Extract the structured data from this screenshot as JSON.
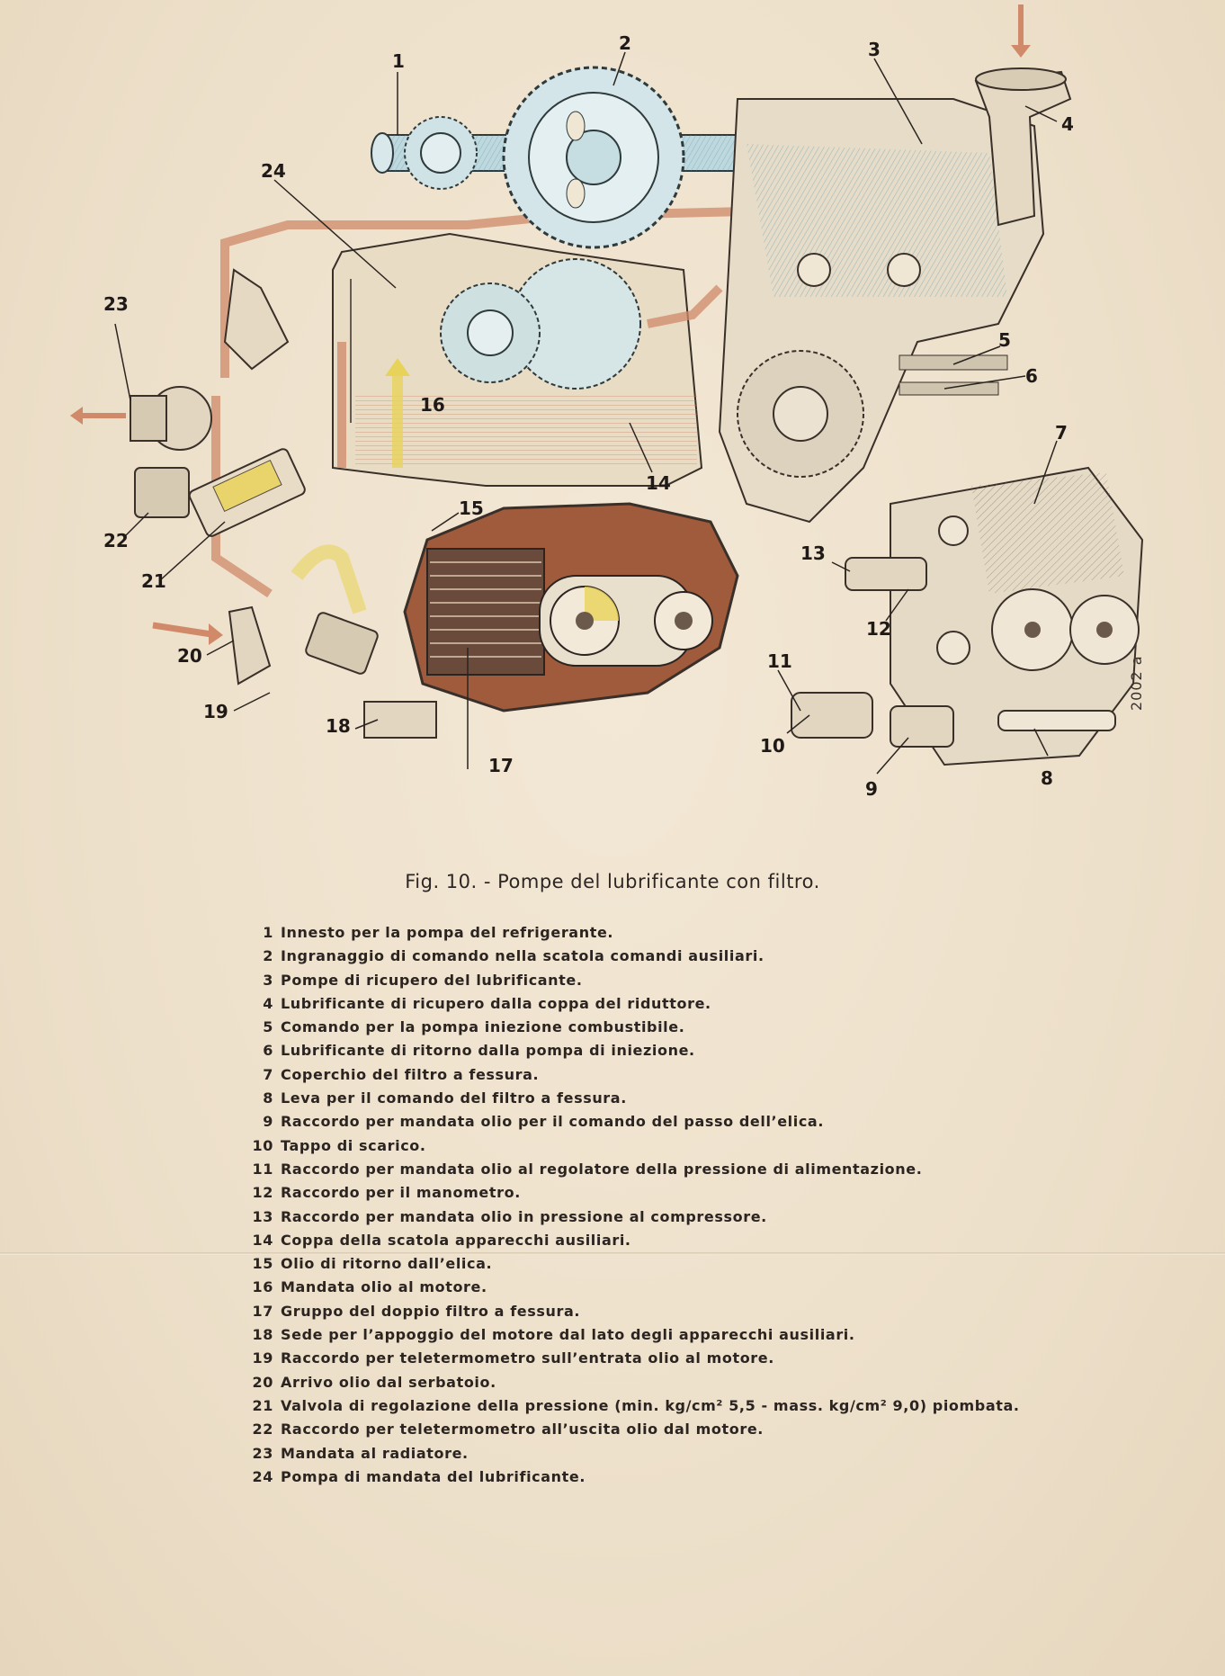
{
  "figure": {
    "caption": "Fig. 10. - Pompe del lubrificante con filtro.",
    "drawing_code": "2002 a",
    "callout_numbers": [
      "1",
      "2",
      "3",
      "4",
      "5",
      "6",
      "7",
      "8",
      "9",
      "10",
      "11",
      "12",
      "13",
      "14",
      "15",
      "16",
      "17",
      "18",
      "19",
      "20",
      "21",
      "22",
      "23",
      "24"
    ]
  },
  "legend": [
    {
      "num": "1",
      "text": "Innesto per la pompa del refrigerante."
    },
    {
      "num": "2",
      "text": "Ingranaggio di comando nella scatola comandi ausiliari."
    },
    {
      "num": "3",
      "text": "Pompe di ricupero del lubrificante."
    },
    {
      "num": "4",
      "text": "Lubrificante di ricupero dalla coppa del riduttore."
    },
    {
      "num": "5",
      "text": "Comando per la pompa iniezione combustibile."
    },
    {
      "num": "6",
      "text": "Lubrificante di ritorno dalla pompa di iniezione."
    },
    {
      "num": "7",
      "text": "Coperchio del filtro a fessura."
    },
    {
      "num": "8",
      "text": "Leva per il comando del filtro a fessura."
    },
    {
      "num": "9",
      "text": "Raccordo per mandata olio per il comando del passo dell’elica."
    },
    {
      "num": "10",
      "text": "Tappo di scarico."
    },
    {
      "num": "11",
      "text": "Raccordo per mandata olio al regolatore della pressione di alimentazione."
    },
    {
      "num": "12",
      "text": "Raccordo per il manometro."
    },
    {
      "num": "13",
      "text": "Raccordo per mandata olio in pressione al compressore."
    },
    {
      "num": "14",
      "text": "Coppa della scatola apparecchi ausiliari."
    },
    {
      "num": "15",
      "text": "Olio di ritorno dall’elica."
    },
    {
      "num": "16",
      "text": "Mandata olio al motore."
    },
    {
      "num": "17",
      "text": "Gruppo del doppio filtro a fessura."
    },
    {
      "num": "18",
      "text": "Sede per l’appoggio del motore dal lato degli apparecchi ausiliari."
    },
    {
      "num": "19",
      "text": "Raccordo per teletermometro sull’entrata olio al motore."
    },
    {
      "num": "20",
      "text": "Arrivo olio dal serbatoio."
    },
    {
      "num": "21",
      "text": "Valvola di regolazione della pressione (min. kg/cm² 5,5 - mass. kg/cm² 9,0) piombata."
    },
    {
      "num": "22",
      "text": "Raccordo per teletermometro all’uscita olio dal motore."
    },
    {
      "num": "23",
      "text": "Mandata al radiatore."
    },
    {
      "num": "24",
      "text": "Pompa di mandata del lubrificante."
    }
  ],
  "colors": {
    "paper": "#efe3cf",
    "ink": "#2a2420",
    "oil_feed_blue": "#6fb3c9",
    "oil_return_red": "#c97a5a",
    "pressure_yellow": "#e8d35a",
    "filter_brown": "#8a4a30"
  }
}
